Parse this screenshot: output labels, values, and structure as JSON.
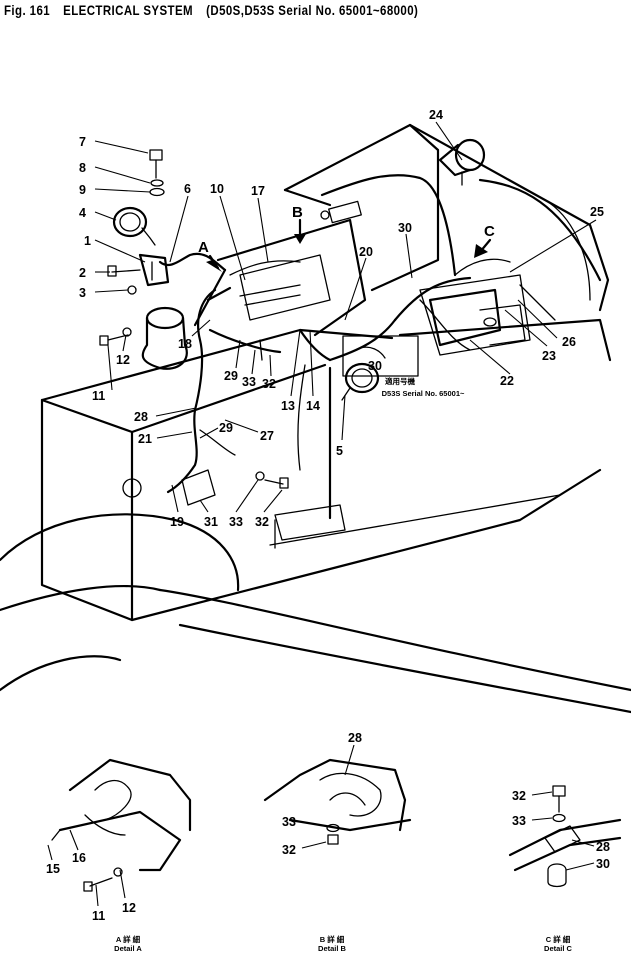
{
  "figure": {
    "number": "Fig. 161",
    "title": "ELECTRICAL SYSTEM",
    "scope": "(D50S,D53S Serial No. 65001~68000)"
  },
  "callouts": {
    "main": [
      "1",
      "2",
      "3",
      "4",
      "5",
      "6",
      "7",
      "8",
      "9",
      "10",
      "11",
      "12",
      "13",
      "14",
      "17",
      "18",
      "19",
      "20",
      "21",
      "22",
      "23",
      "24",
      "25",
      "26",
      "27",
      "28",
      "29",
      "29",
      "30",
      "30",
      "31",
      "32",
      "32",
      "33",
      "33"
    ],
    "detail_a": [
      "15",
      "16",
      "11",
      "12"
    ],
    "detail_b": [
      "28",
      "33",
      "32"
    ],
    "detail_c": [
      "32",
      "33",
      "28",
      "30"
    ]
  },
  "view_markers": {
    "a": "A",
    "b": "B",
    "c": "C"
  },
  "applicability_note": {
    "jp": "適用号機",
    "en": "D53S Serial No. 65001~"
  },
  "details": {
    "a": {
      "jp": "A 詳 細",
      "en": "Detail  A"
    },
    "b": {
      "jp": "B 詳 細",
      "en": "Detail  B"
    },
    "c": {
      "jp": "C 詳 細",
      "en": "Detail  C"
    }
  }
}
